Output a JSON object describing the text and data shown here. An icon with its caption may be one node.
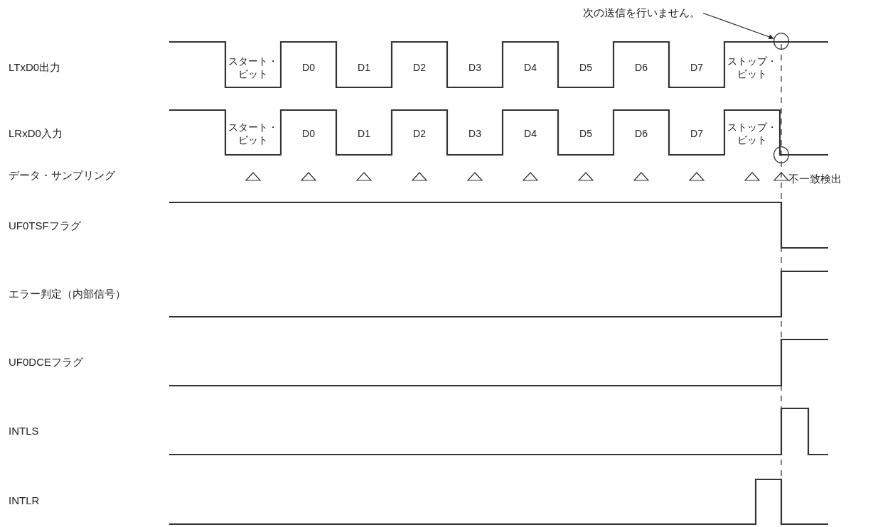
{
  "diagram": {
    "nodes": [
      {
        "text": [
          "次の送信を行いません。"
        ]
      },
      {
        "text": [],
        "shape": "circle"
      },
      {
        "text": [],
        "shape": "circle"
      }
    ],
    "edges": [
      {
        "from": 0,
        "to": 1,
        "arrow": "to"
      }
    ],
    "labels": [
      "LTxD0出力",
      "スタート・ビット",
      "D0",
      "D1",
      "D2",
      "D3",
      "D4",
      "D5",
      "D6",
      "D7",
      "ストップ・ビット",
      "LRxD0入力",
      "スタート・ビット",
      "D0",
      "D1",
      "D2",
      "D3",
      "D4",
      "D5",
      "D6",
      "D7",
      "ストップ・ビット",
      "データ・サンプリング",
      "不一致検出",
      "UF0TSFフラグ",
      "エラー判定（内部信号）",
      "UF0DCEフラグ",
      "INTLS",
      "INTLR"
    ]
  }
}
